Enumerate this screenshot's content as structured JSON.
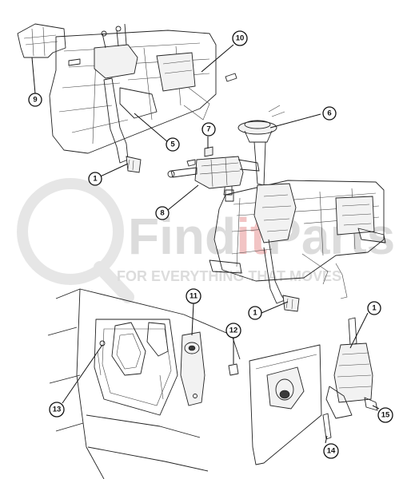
{
  "watermark": {
    "brand_prefix": "Find",
    "brand_accent": "it",
    "brand_suffix": "Parts",
    "tagline": "FOR EVERYTHING THAT MOVES",
    "accent_color": "#f2c4c4",
    "gray_color": "#dcdcdc"
  },
  "callouts": [
    {
      "id": "c1a",
      "label": "1"
    },
    {
      "id": "c1b",
      "label": "1"
    },
    {
      "id": "c1c",
      "label": "1"
    },
    {
      "id": "c5",
      "label": "5"
    },
    {
      "id": "c6",
      "label": "6"
    },
    {
      "id": "c7",
      "label": "7"
    },
    {
      "id": "c8",
      "label": "8"
    },
    {
      "id": "c9",
      "label": "9"
    },
    {
      "id": "c10",
      "label": "10"
    },
    {
      "id": "c11",
      "label": "11"
    },
    {
      "id": "c12",
      "label": "12"
    },
    {
      "id": "c13",
      "label": "13"
    },
    {
      "id": "c14",
      "label": "14"
    },
    {
      "id": "c15",
      "label": "15"
    }
  ]
}
